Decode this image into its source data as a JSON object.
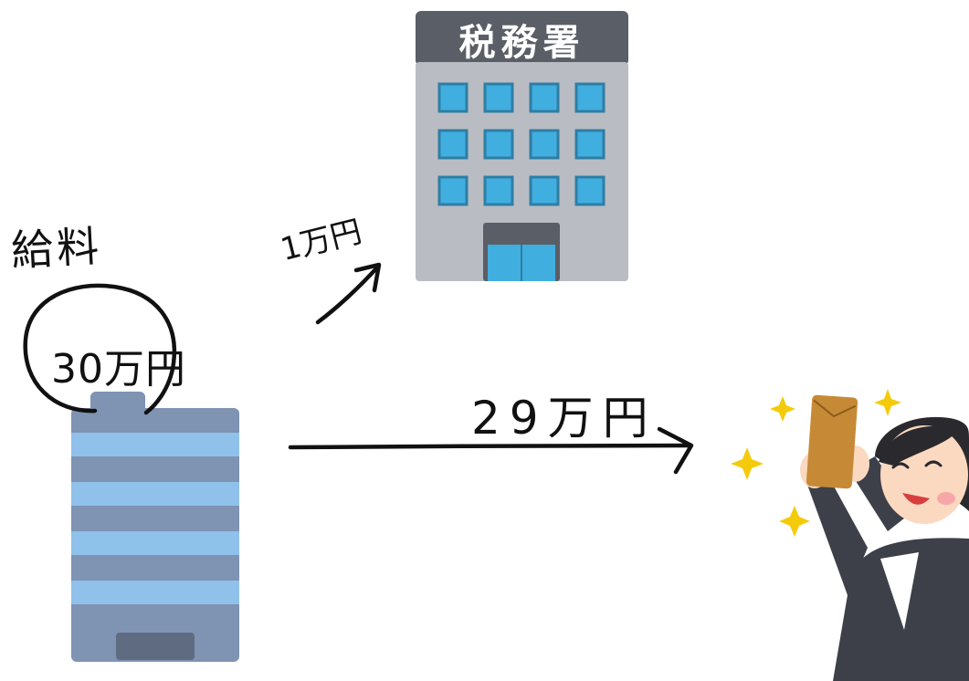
{
  "salary": {
    "title": "給料",
    "amount": "30万円"
  },
  "tax_office": {
    "sign": "税務署"
  },
  "tax_payment": {
    "label": "1万円"
  },
  "net_pay": {
    "label": "29万円"
  },
  "icons": [
    "company-building-icon",
    "tax-office-icon",
    "happy-employee-icon",
    "sparkle-icon",
    "salary-envelope-icon"
  ],
  "colors": {
    "company_light_stripe": "#8fc1ea",
    "company_dark_stripe": "#7f93b3",
    "tax_office_roof": "#5a5e66",
    "tax_office_wall": "#b9bcc3",
    "window": "#41aee0",
    "sparkle": "#f4cb0a",
    "envelope": "#c68a36",
    "suit": "#3d4049"
  }
}
